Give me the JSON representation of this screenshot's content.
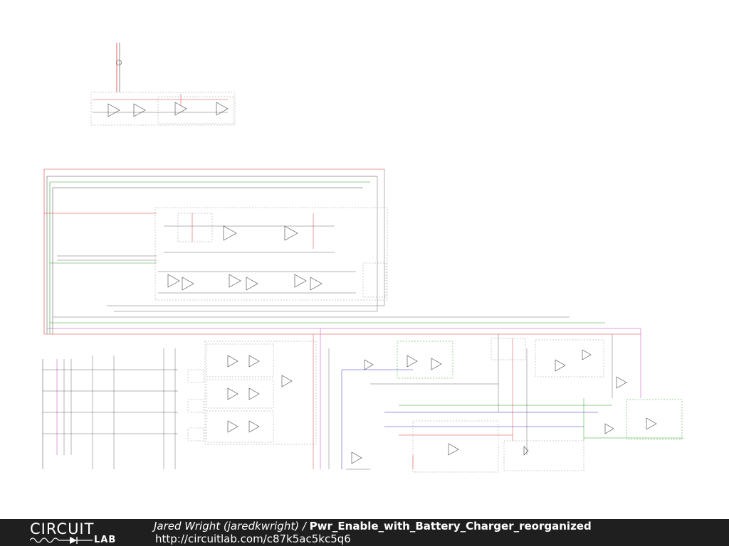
{
  "footer": {
    "logo_top": "CIRCUIT",
    "logo_bottom": "LAB",
    "author": "Jared Wright (jaredkwright)",
    "separator": " / ",
    "circuit_name": "Pwr_Enable_with_Battery_Charger_reorganized",
    "url": "http://circuitlab.com/c87k5ac5kc5q6"
  },
  "colors": {
    "footer_bg": "#1f1f1f",
    "wire": "#333333",
    "red_wire": "#e03a3a",
    "green_wire": "#2aa02a",
    "blue_wire": "#3333cc",
    "magenta_wire": "#c040c0",
    "group_box": "#999999"
  },
  "icons": {
    "logo_wave": "sine-wave-icon",
    "logo_diode": "diode-icon"
  }
}
